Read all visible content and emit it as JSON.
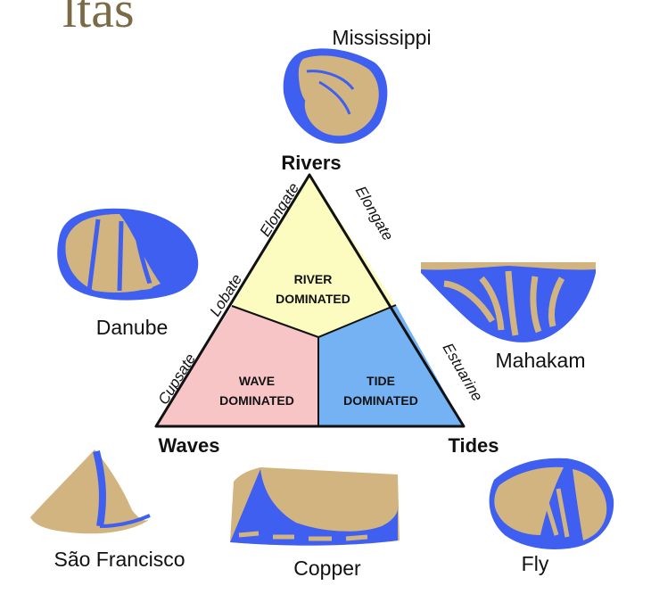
{
  "header": {
    "partial_title": "ltas"
  },
  "vertices": {
    "rivers": "Rivers",
    "waves": "Waves",
    "tides": "Tides"
  },
  "edges": {
    "left_upper": "Elongate",
    "left_middle": "Lobate",
    "left_lower": "Cupsate",
    "right_upper": "Elongate",
    "right_lower": "Estuarine"
  },
  "regions": {
    "river": {
      "line1": "RIVER",
      "line2": "DOMINATED",
      "color": "#fdfcc0"
    },
    "wave": {
      "line1": "WAVE",
      "line2": "DOMINATED",
      "color": "#f8c5c6"
    },
    "tide": {
      "line1": "TIDE",
      "line2": "DOMINATED",
      "color": "#74b2f4"
    }
  },
  "deltas": [
    "Mississippi",
    "Danube",
    "Mahakam",
    "São Francisco",
    "Copper",
    "Fly"
  ],
  "colors": {
    "land": "#d2b481",
    "water": "#3f5ff0",
    "header": "#7a6a45"
  }
}
